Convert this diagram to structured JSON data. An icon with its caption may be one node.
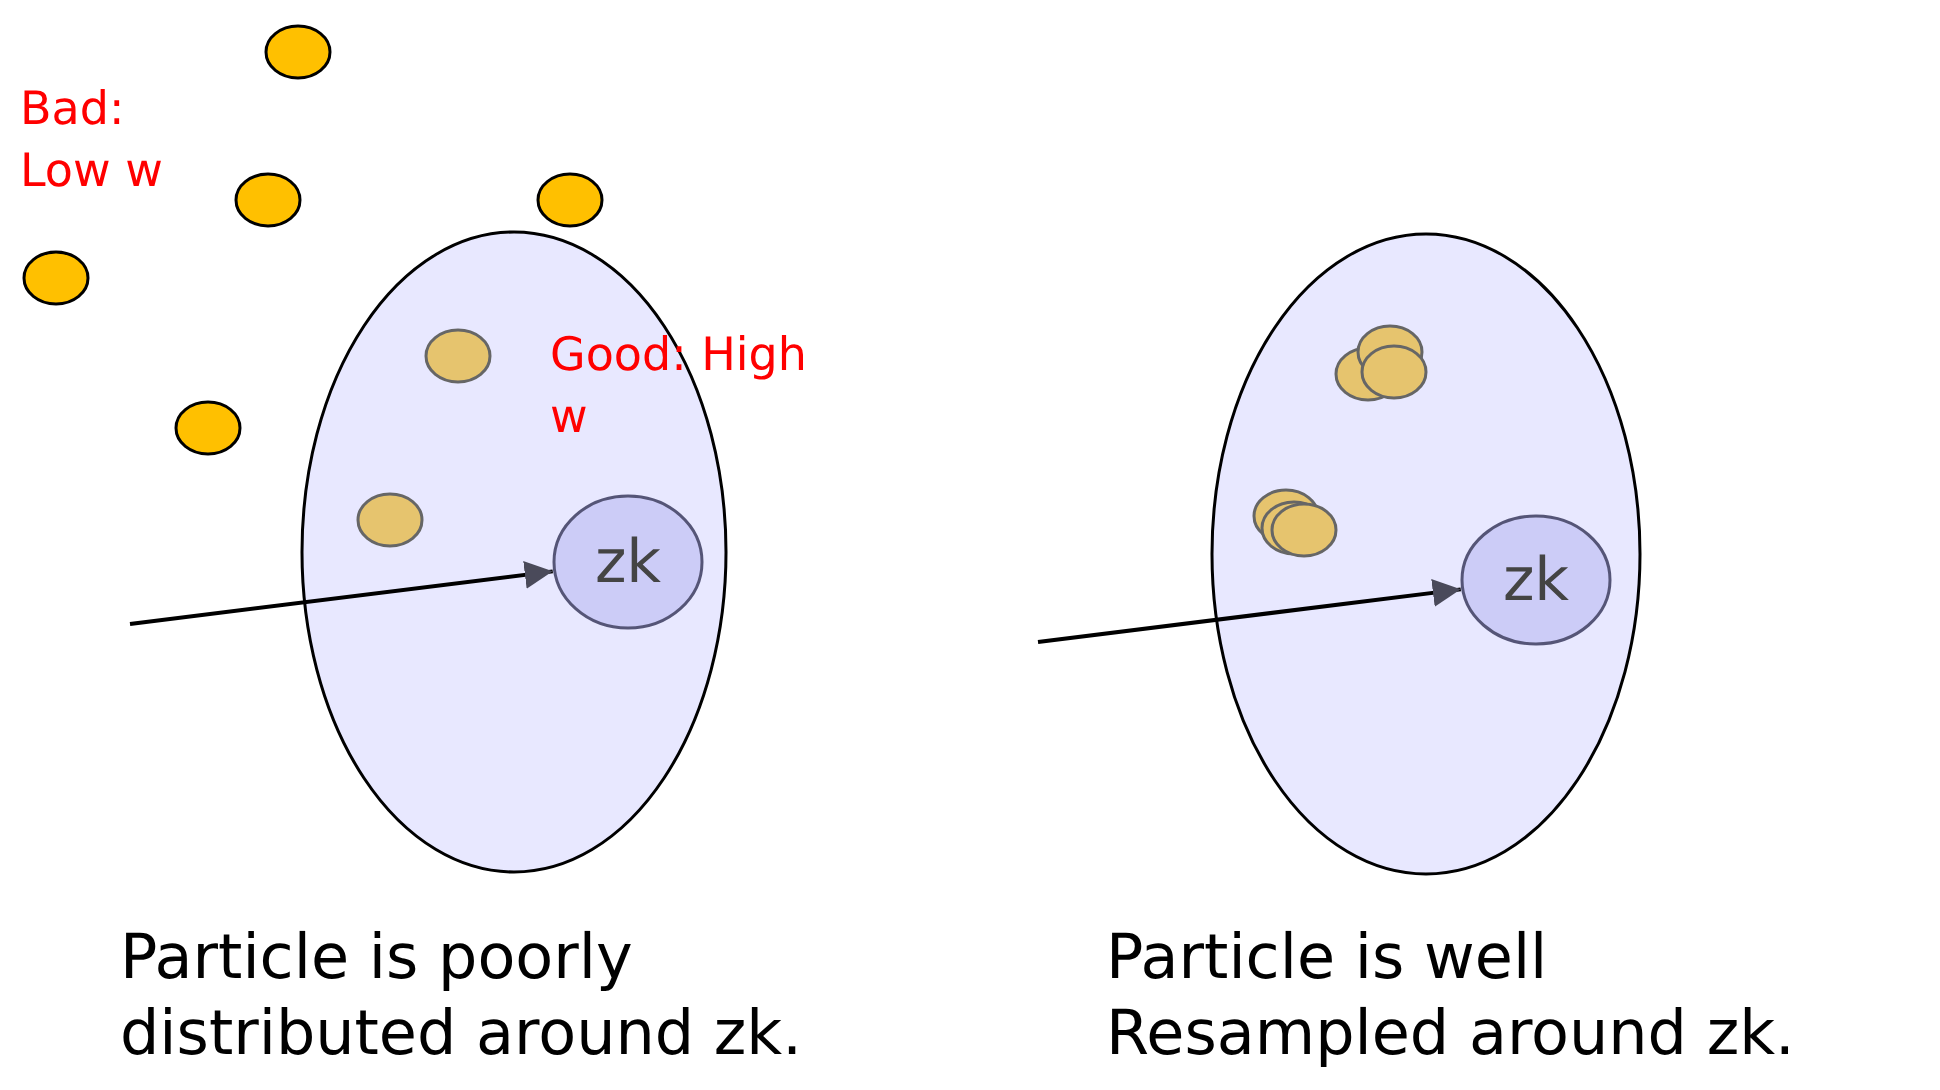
{
  "diagram": {
    "nodes": [
      {
        "text": [],
        "shape": "circle",
        "beside": [
          "Particle is poorly distributed around zk."
        ]
      },
      {
        "text": [
          "zk"
        ],
        "in": 0
      },
      {
        "text": [],
        "shape": "circle",
        "beside": [
          "Particle is well Resampled around zk."
        ]
      },
      {
        "text": [
          "zk"
        ],
        "in": 2
      }
    ],
    "edges": [
      {
        "from": null,
        "to": 1,
        "arrow": "to"
      },
      {
        "from": null,
        "to": 3,
        "arrow": "to"
      }
    ],
    "labels": [
      "Bad: Low w",
      "Good: High w"
    ]
  }
}
